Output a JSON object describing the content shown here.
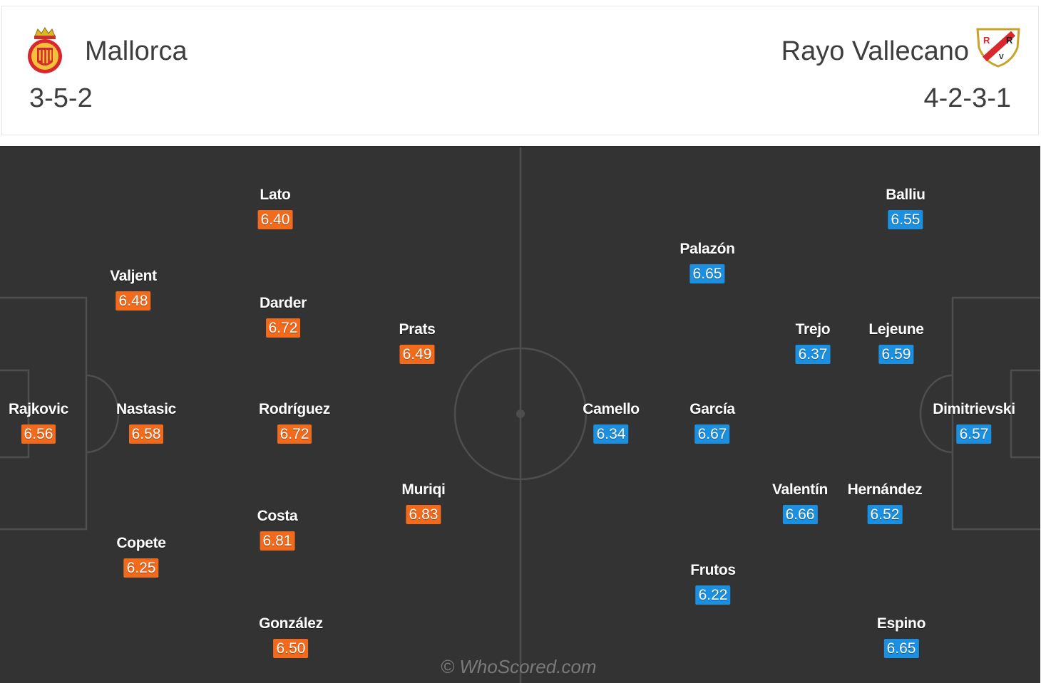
{
  "home": {
    "name": "Mallorca",
    "formation": "3-5-2",
    "crest_icon": "mallorca-crest-icon",
    "rating_color": "#f26a1b"
  },
  "away": {
    "name": "Rayo Vallecano",
    "formation": "4-2-3-1",
    "crest_icon": "rayo-vallecano-crest-icon",
    "rating_color": "#1b8fe0"
  },
  "home_players": [
    {
      "name": "Rajkovic",
      "rating": "6.56"
    },
    {
      "name": "Valjent",
      "rating": "6.48"
    },
    {
      "name": "Nastasic",
      "rating": "6.58"
    },
    {
      "name": "Copete",
      "rating": "6.25"
    },
    {
      "name": "Lato",
      "rating": "6.40"
    },
    {
      "name": "Darder",
      "rating": "6.72"
    },
    {
      "name": "Rodríguez",
      "rating": "6.72"
    },
    {
      "name": "Costa",
      "rating": "6.81"
    },
    {
      "name": "González",
      "rating": "6.50"
    },
    {
      "name": "Prats",
      "rating": "6.49"
    },
    {
      "name": "Muriqi",
      "rating": "6.83"
    }
  ],
  "away_players": [
    {
      "name": "Balliu",
      "rating": "6.55"
    },
    {
      "name": "Palazón",
      "rating": "6.65"
    },
    {
      "name": "Trejo",
      "rating": "6.37"
    },
    {
      "name": "Lejeune",
      "rating": "6.59"
    },
    {
      "name": "Camello",
      "rating": "6.34"
    },
    {
      "name": "García",
      "rating": "6.67"
    },
    {
      "name": "Dimitrievski",
      "rating": "6.57"
    },
    {
      "name": "Valentín",
      "rating": "6.66"
    },
    {
      "name": "Hernández",
      "rating": "6.52"
    },
    {
      "name": "Frutos",
      "rating": "6.22"
    },
    {
      "name": "Espino",
      "rating": "6.65"
    }
  ],
  "watermark": "© WhoScored.com"
}
